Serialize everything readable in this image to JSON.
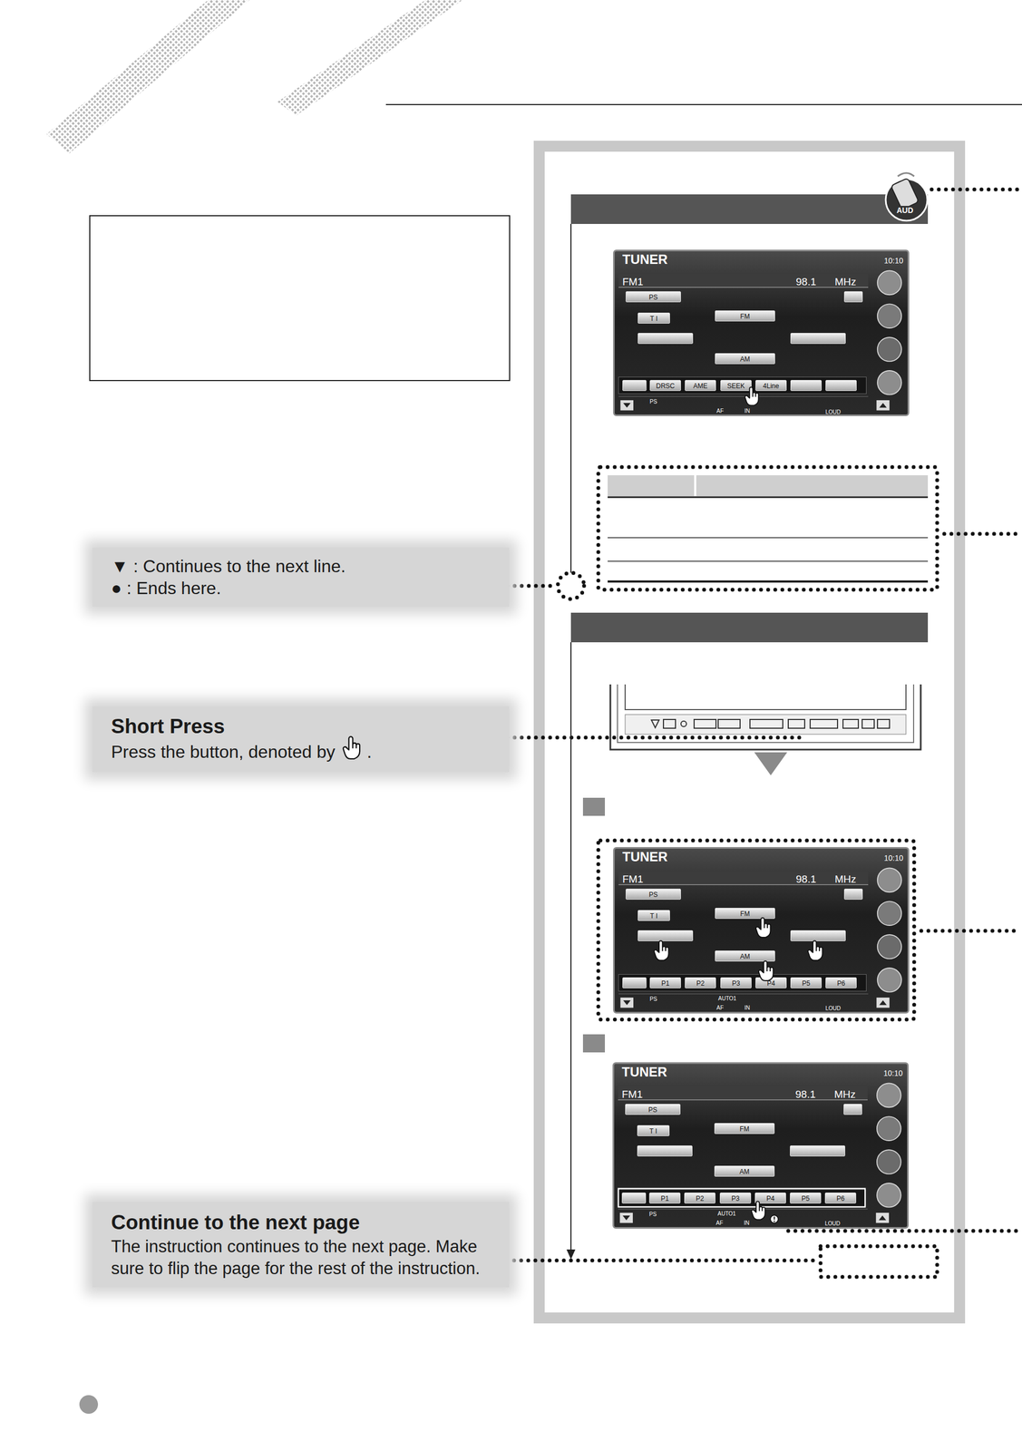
{
  "diagram": {
    "nodes": [
      {
        "text": [
          "▼ : Continues to the next line.",
          "● : Ends here."
        ]
      },
      {
        "text": [
          "Short Press",
          "Press the button, denoted by",
          "."
        ]
      },
      {
        "text": [
          "Continue to the next page",
          "The instruction continues to the next page. Make sure to flip the page for the rest of the instruction."
        ]
      }
    ],
    "labels": [
      "AUD",
      "TUNER",
      "10:10",
      "FM1",
      "98.1",
      "MHz",
      "PS",
      "T I",
      "FM",
      "AM",
      "DRSC",
      "AME",
      "SEEK",
      "4Line",
      "PS",
      "AF",
      "IN",
      "LOUD",
      "TUNER",
      "10:10",
      "FM1",
      "98.1",
      "MHz",
      "PS",
      "T I",
      "FM",
      "AM",
      "P1",
      "P2",
      "P3",
      "P4",
      "P5",
      "P6",
      "PS",
      "AUTO1",
      "AF",
      "IN",
      "LOUD",
      "TUNER",
      "10:10",
      "FM1",
      "98.1",
      "MHz",
      "PS",
      "T I",
      "FM",
      "AM",
      "P1",
      "P2",
      "P3",
      "P4",
      "P5",
      "P6",
      "PS",
      "AUTO1",
      "AF",
      "IN",
      "LOUD"
    ]
  }
}
